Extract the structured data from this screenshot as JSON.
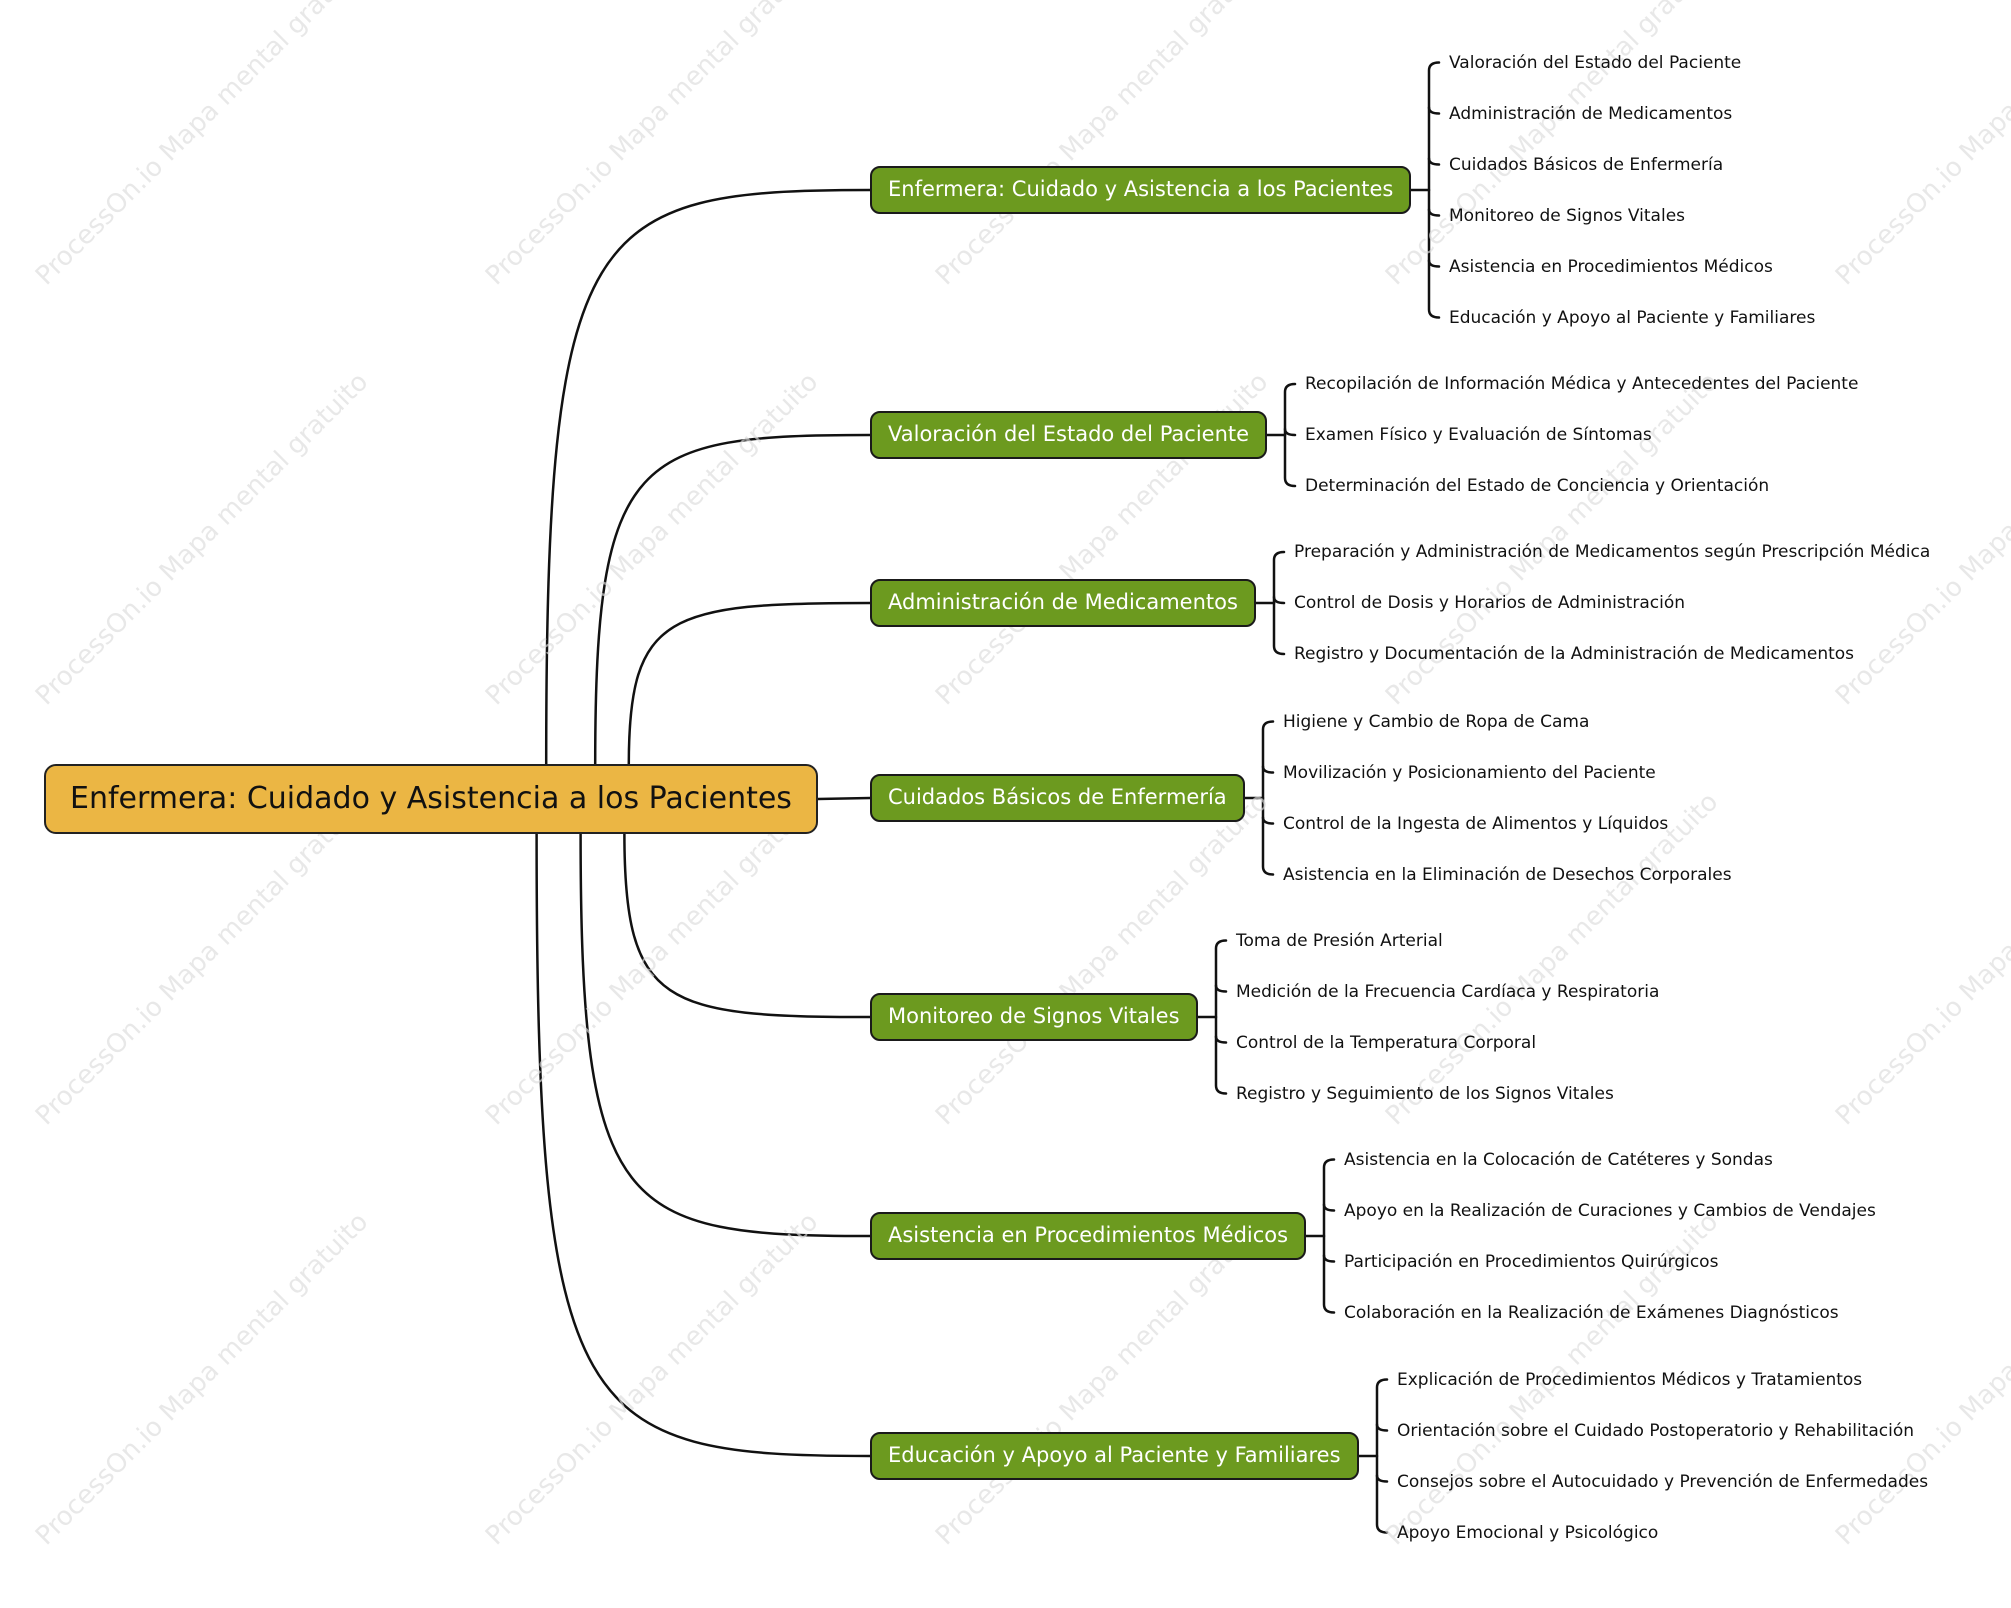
{
  "watermark_text": "ProcessOn.io Mapa mental gratuito",
  "colors": {
    "root_fill": "#EBB644",
    "branch_fill": "#6C9A1F",
    "line": "#111111"
  },
  "root": {
    "label": "Enfermera: Cuidado y Asistencia a los Pacientes"
  },
  "branches": [
    {
      "label": "Enfermera: Cuidado y Asistencia a los Pacientes",
      "leaves": [
        "Valoración del Estado del Paciente",
        "Administración de Medicamentos",
        "Cuidados Básicos de Enfermería",
        "Monitoreo de Signos Vitales",
        "Asistencia en Procedimientos Médicos",
        "Educación y Apoyo al Paciente y Familiares"
      ]
    },
    {
      "label": "Valoración del Estado del Paciente",
      "leaves": [
        "Recopilación de Información Médica y Antecedentes del Paciente",
        "Examen Físico y Evaluación de Síntomas",
        "Determinación del Estado de Conciencia y Orientación"
      ]
    },
    {
      "label": "Administración de Medicamentos",
      "leaves": [
        "Preparación y Administración de Medicamentos según Prescripción Médica",
        "Control de Dosis y Horarios de Administración",
        "Registro y Documentación de la Administración de Medicamentos"
      ]
    },
    {
      "label": "Cuidados Básicos de Enfermería",
      "leaves": [
        "Higiene y Cambio de Ropa de Cama",
        "Movilización y Posicionamiento del Paciente",
        "Control de la Ingesta de Alimentos y Líquidos",
        "Asistencia en la Eliminación de Desechos Corporales"
      ]
    },
    {
      "label": "Monitoreo de Signos Vitales",
      "leaves": [
        "Toma de Presión Arterial",
        "Medición de la Frecuencia Cardíaca y Respiratoria",
        "Control de la Temperatura Corporal",
        "Registro y Seguimiento de los Signos Vitales"
      ]
    },
    {
      "label": "Asistencia en Procedimientos Médicos",
      "leaves": [
        "Asistencia en la Colocación de Catéteres y Sondas",
        "Apoyo en la Realización de Curaciones y Cambios de Vendajes",
        "Participación en Procedimientos Quirúrgicos",
        "Colaboración en la Realización de Exámenes Diagnósticos"
      ]
    },
    {
      "label": "Educación y Apoyo al Paciente y Familiares",
      "leaves": [
        "Explicación de Procedimientos Médicos y Tratamientos",
        "Orientación sobre el Cuidado Postoperatorio y Rehabilitación",
        "Consejos sobre el Autocuidado y Prevención de Enfermedades",
        "Apoyo Emocional y Psicológico"
      ]
    }
  ]
}
